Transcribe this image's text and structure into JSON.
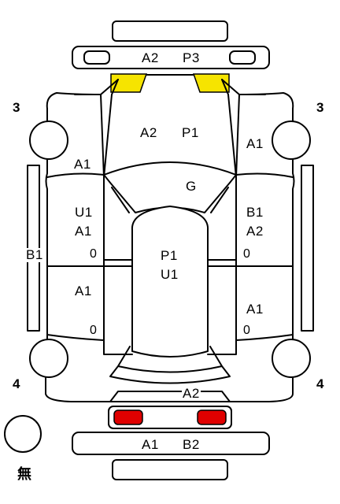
{
  "colors": {
    "front_marker": "#f6e400",
    "rear_marker": "#e00000",
    "line": "#000000",
    "background": "#ffffff"
  },
  "corners": {
    "front_left": "3",
    "front_right": "3",
    "rear_left": "4",
    "rear_right": "4"
  },
  "front_bumper": {
    "codes": [
      "A2",
      "P3"
    ]
  },
  "hood": {
    "codes": [
      "A2",
      "P1"
    ]
  },
  "windshield": {
    "code": "G"
  },
  "left_front_fender": {
    "code": "A1"
  },
  "right_front_fender": {
    "code": "A1"
  },
  "left_front_door": {
    "codes": [
      "U1",
      "A1"
    ],
    "zero": "0"
  },
  "right_front_door": {
    "codes": [
      "B1",
      "A2"
    ],
    "zero": "0"
  },
  "left_pillar": {
    "code": "B1"
  },
  "roof": {
    "codes": [
      "P1",
      "U1"
    ]
  },
  "left_rear_door": {
    "code": "A1",
    "zero": "0"
  },
  "right_rear_door": {
    "code": "A1",
    "zero": "0"
  },
  "trunk": {
    "code": "A2"
  },
  "rear_bumper": {
    "codes": [
      "A1",
      "B2"
    ]
  },
  "legend": {
    "symbol_label": "無"
  }
}
